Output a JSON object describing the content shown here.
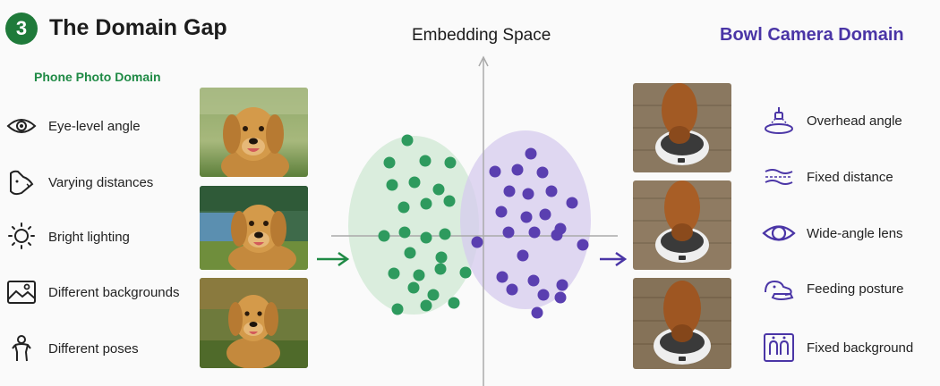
{
  "header": {
    "step_number": "3",
    "title": "The Domain Gap"
  },
  "phone_domain": {
    "heading": "Phone Photo Domain",
    "color": "#1f8a45",
    "items": [
      {
        "icon": "eye-icon",
        "label": "Eye-level angle"
      },
      {
        "icon": "dog-head-icon",
        "label": "Varying distances"
      },
      {
        "icon": "sun-icon",
        "label": "Bright lighting"
      },
      {
        "icon": "landscape-image-icon",
        "label": "Different backgrounds"
      },
      {
        "icon": "figure-pose-icon",
        "label": "Different poses"
      }
    ],
    "photos": [
      "golden-retriever-park-photo",
      "golden-retriever-lake-photo",
      "golden-retriever-grass-photo"
    ]
  },
  "embedding": {
    "heading": "Embedding Space",
    "green_color": "#2e9a5e",
    "purple_color": "#5a3fb0"
  },
  "bowl_domain": {
    "heading": "Bowl Camera Domain",
    "color": "#4a35a6",
    "items": [
      {
        "icon": "overhead-camera-icon",
        "label": "Overhead angle"
      },
      {
        "icon": "distance-icon",
        "label": "Fixed distance"
      },
      {
        "icon": "wide-eye-icon",
        "label": "Wide-angle lens"
      },
      {
        "icon": "feeding-dog-icon",
        "label": "Feeding posture"
      },
      {
        "icon": "fixed-background-icon",
        "label": "Fixed background"
      }
    ],
    "photos": [
      "dog-eating-bowl-photo-1",
      "dog-eating-bowl-photo-2",
      "dog-eating-bowl-photo-3"
    ]
  }
}
